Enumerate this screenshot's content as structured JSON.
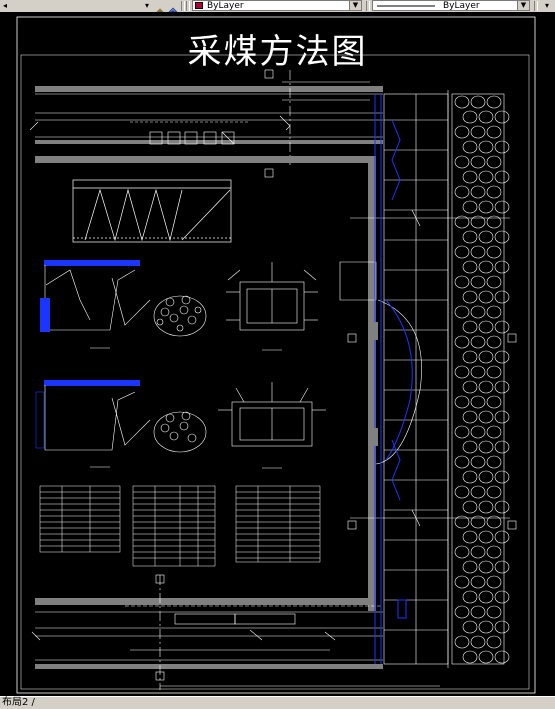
{
  "toolbar": {
    "color_combo": "ByLayer",
    "linetype_combo": "ByLayer"
  },
  "drawing": {
    "title": "采煤方法图"
  },
  "status": {
    "layout_tab": "布局2 /"
  },
  "colors": {
    "drawing_line": "#ffffff",
    "highlight": "#1a35ff",
    "band": "#808080",
    "background": "#000000",
    "color_swatch": "#b0003a"
  },
  "icons": [
    "dropdown-arrow-icon",
    "layer-states-icon",
    "color-swatch-icon"
  ]
}
